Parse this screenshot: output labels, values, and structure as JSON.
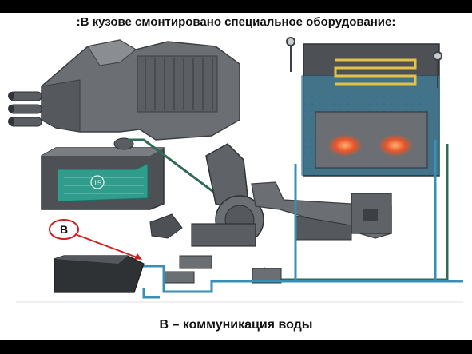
{
  "slide": {
    "title": ":В кузове смонтировано специальное оборудование:",
    "caption": "В – коммуникация воды"
  },
  "diagram": {
    "callout_label": "В",
    "tank_number": "15",
    "colors": {
      "machinery": "#6b6e72",
      "machinery_dark": "#45484c",
      "water_pipe": "#3a8fb5",
      "green_pipe": "#2f6b55",
      "water_fill": "#2f9c8c",
      "flame": "#e8542a",
      "callout": "#d11f1f"
    }
  }
}
